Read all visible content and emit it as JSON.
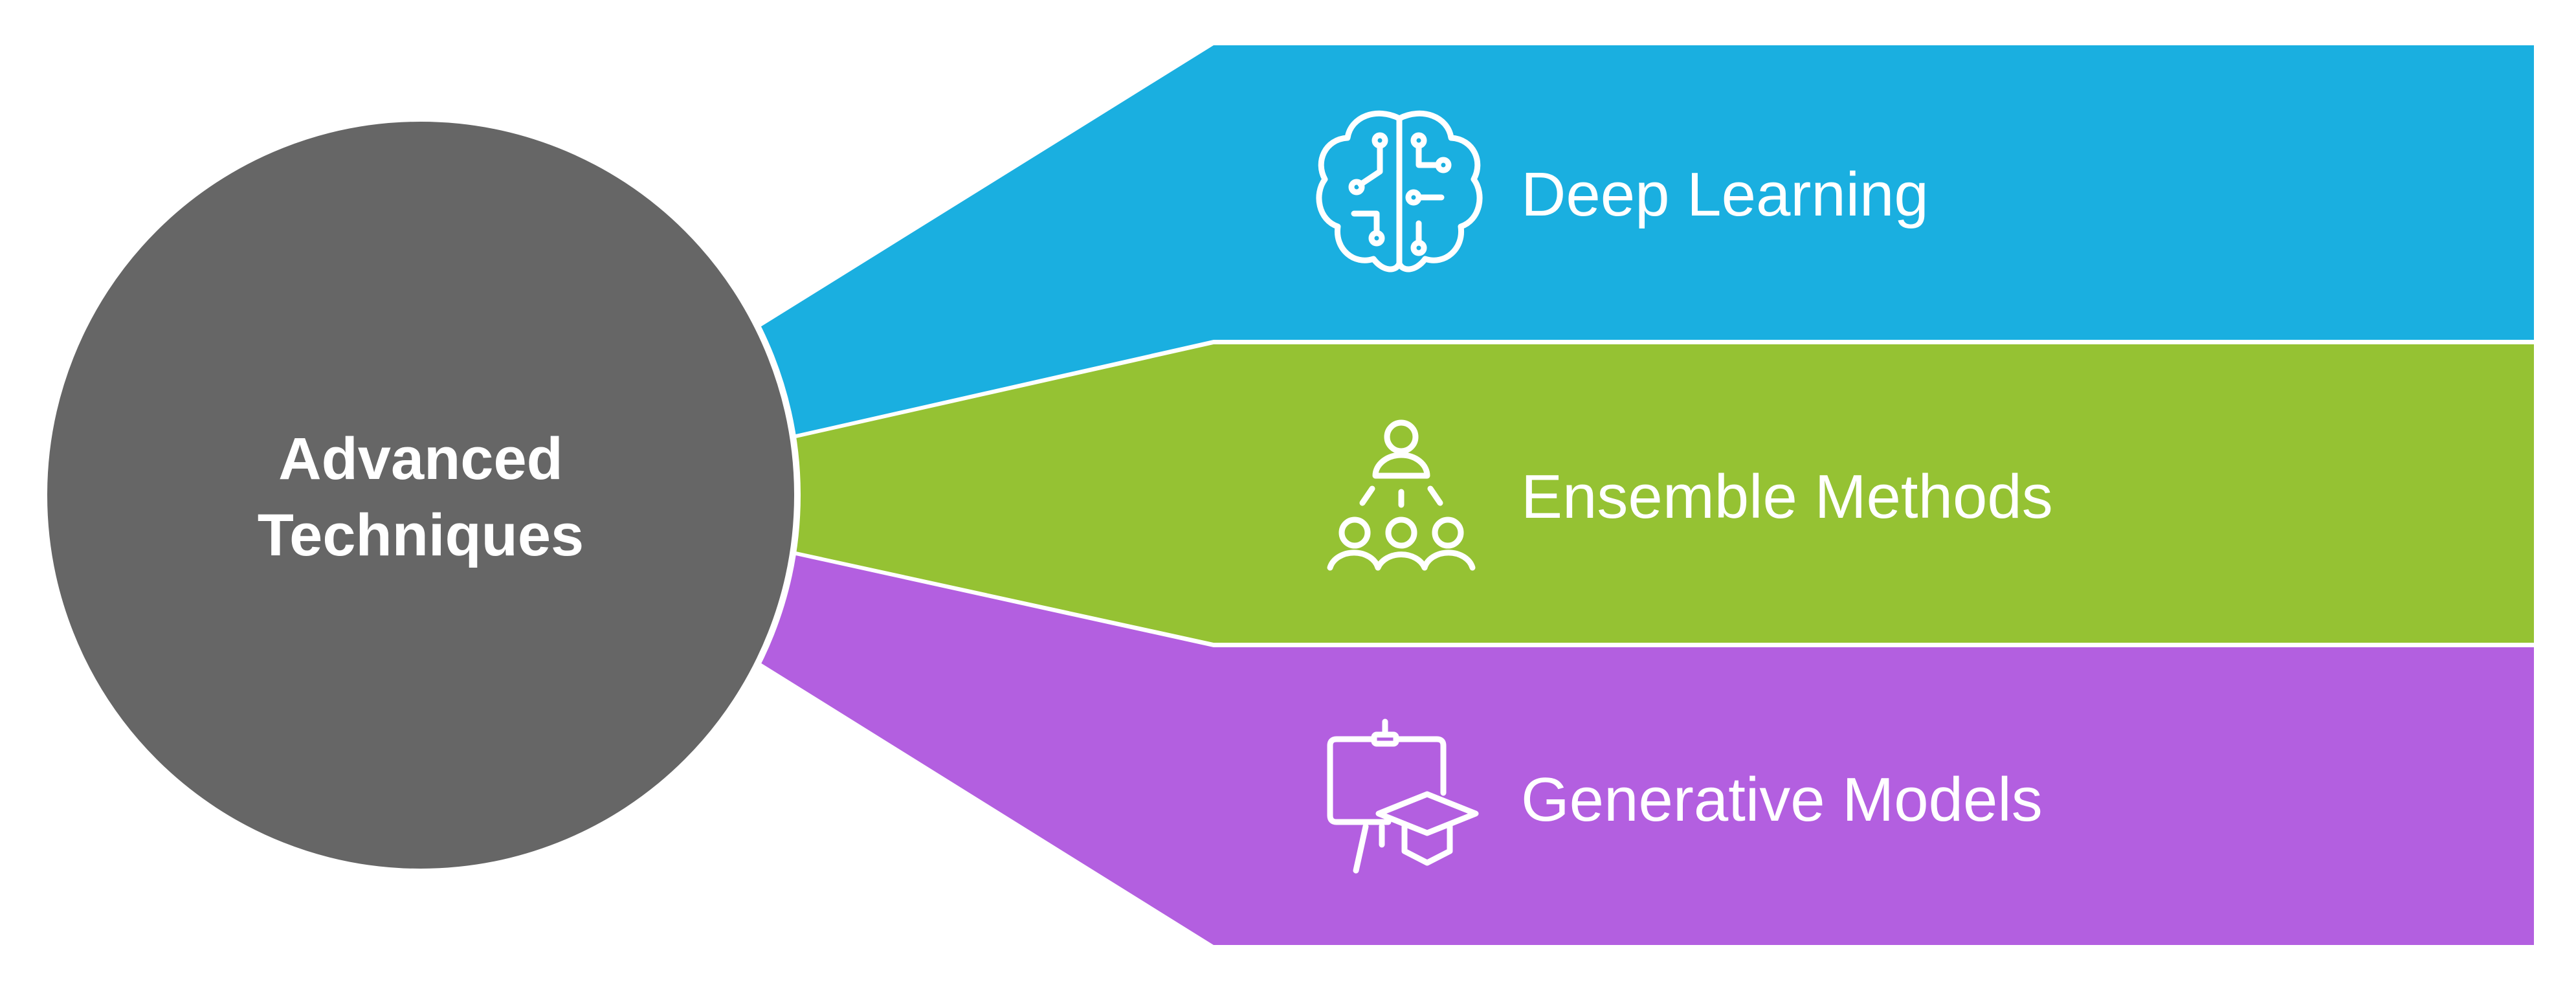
{
  "hub": {
    "label_line1": "Advanced",
    "label_line2": "Techniques",
    "color": "#666666"
  },
  "branches": [
    {
      "label": "Deep Learning",
      "icon": "brain-circuit-icon",
      "color": "#1AAFE0"
    },
    {
      "label": "Ensemble Methods",
      "icon": "group-hierarchy-icon",
      "color": "#95C233"
    },
    {
      "label": "Generative Models",
      "icon": "board-graduation-cap-icon",
      "color": "#B35FE0"
    }
  ]
}
